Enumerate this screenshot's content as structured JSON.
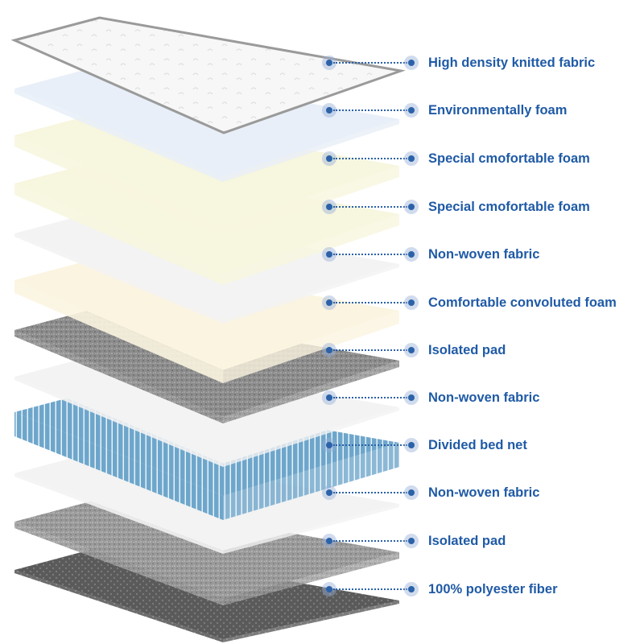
{
  "diagram": {
    "layers": [
      {
        "label": "High density knitted fabric",
        "material": "quilted-knit",
        "color": "#f7f7f7"
      },
      {
        "label": "Environmentally foam",
        "material": "foam",
        "color": "#e8eff8"
      },
      {
        "label": "Special  cmofortable foam",
        "material": "foam",
        "color": "#f7f6de"
      },
      {
        "label": "Special  cmofortable foam",
        "material": "foam",
        "color": "#f7f6de"
      },
      {
        "label": "Non-woven fabric",
        "material": "fabric",
        "color": "#f3f3f3"
      },
      {
        "label": "Comfortable convoluted foam",
        "material": "foam",
        "color": "#fbf4e0"
      },
      {
        "label": "Isolated pad",
        "material": "felt",
        "color": "#8a8a8a"
      },
      {
        "label": "Non-woven fabric",
        "material": "fabric",
        "color": "#f3f3f3"
      },
      {
        "label": "Divided bed net",
        "material": "spring-unit",
        "color": "#6fa6c8"
      },
      {
        "label": "Non-woven fabric",
        "material": "fabric",
        "color": "#f3f3f3"
      },
      {
        "label": "Isolated pad",
        "material": "felt",
        "color": "#9a9a9a"
      },
      {
        "label": "100% polyester fiber",
        "material": "polyester",
        "color": "#5c5c5c"
      }
    ]
  }
}
